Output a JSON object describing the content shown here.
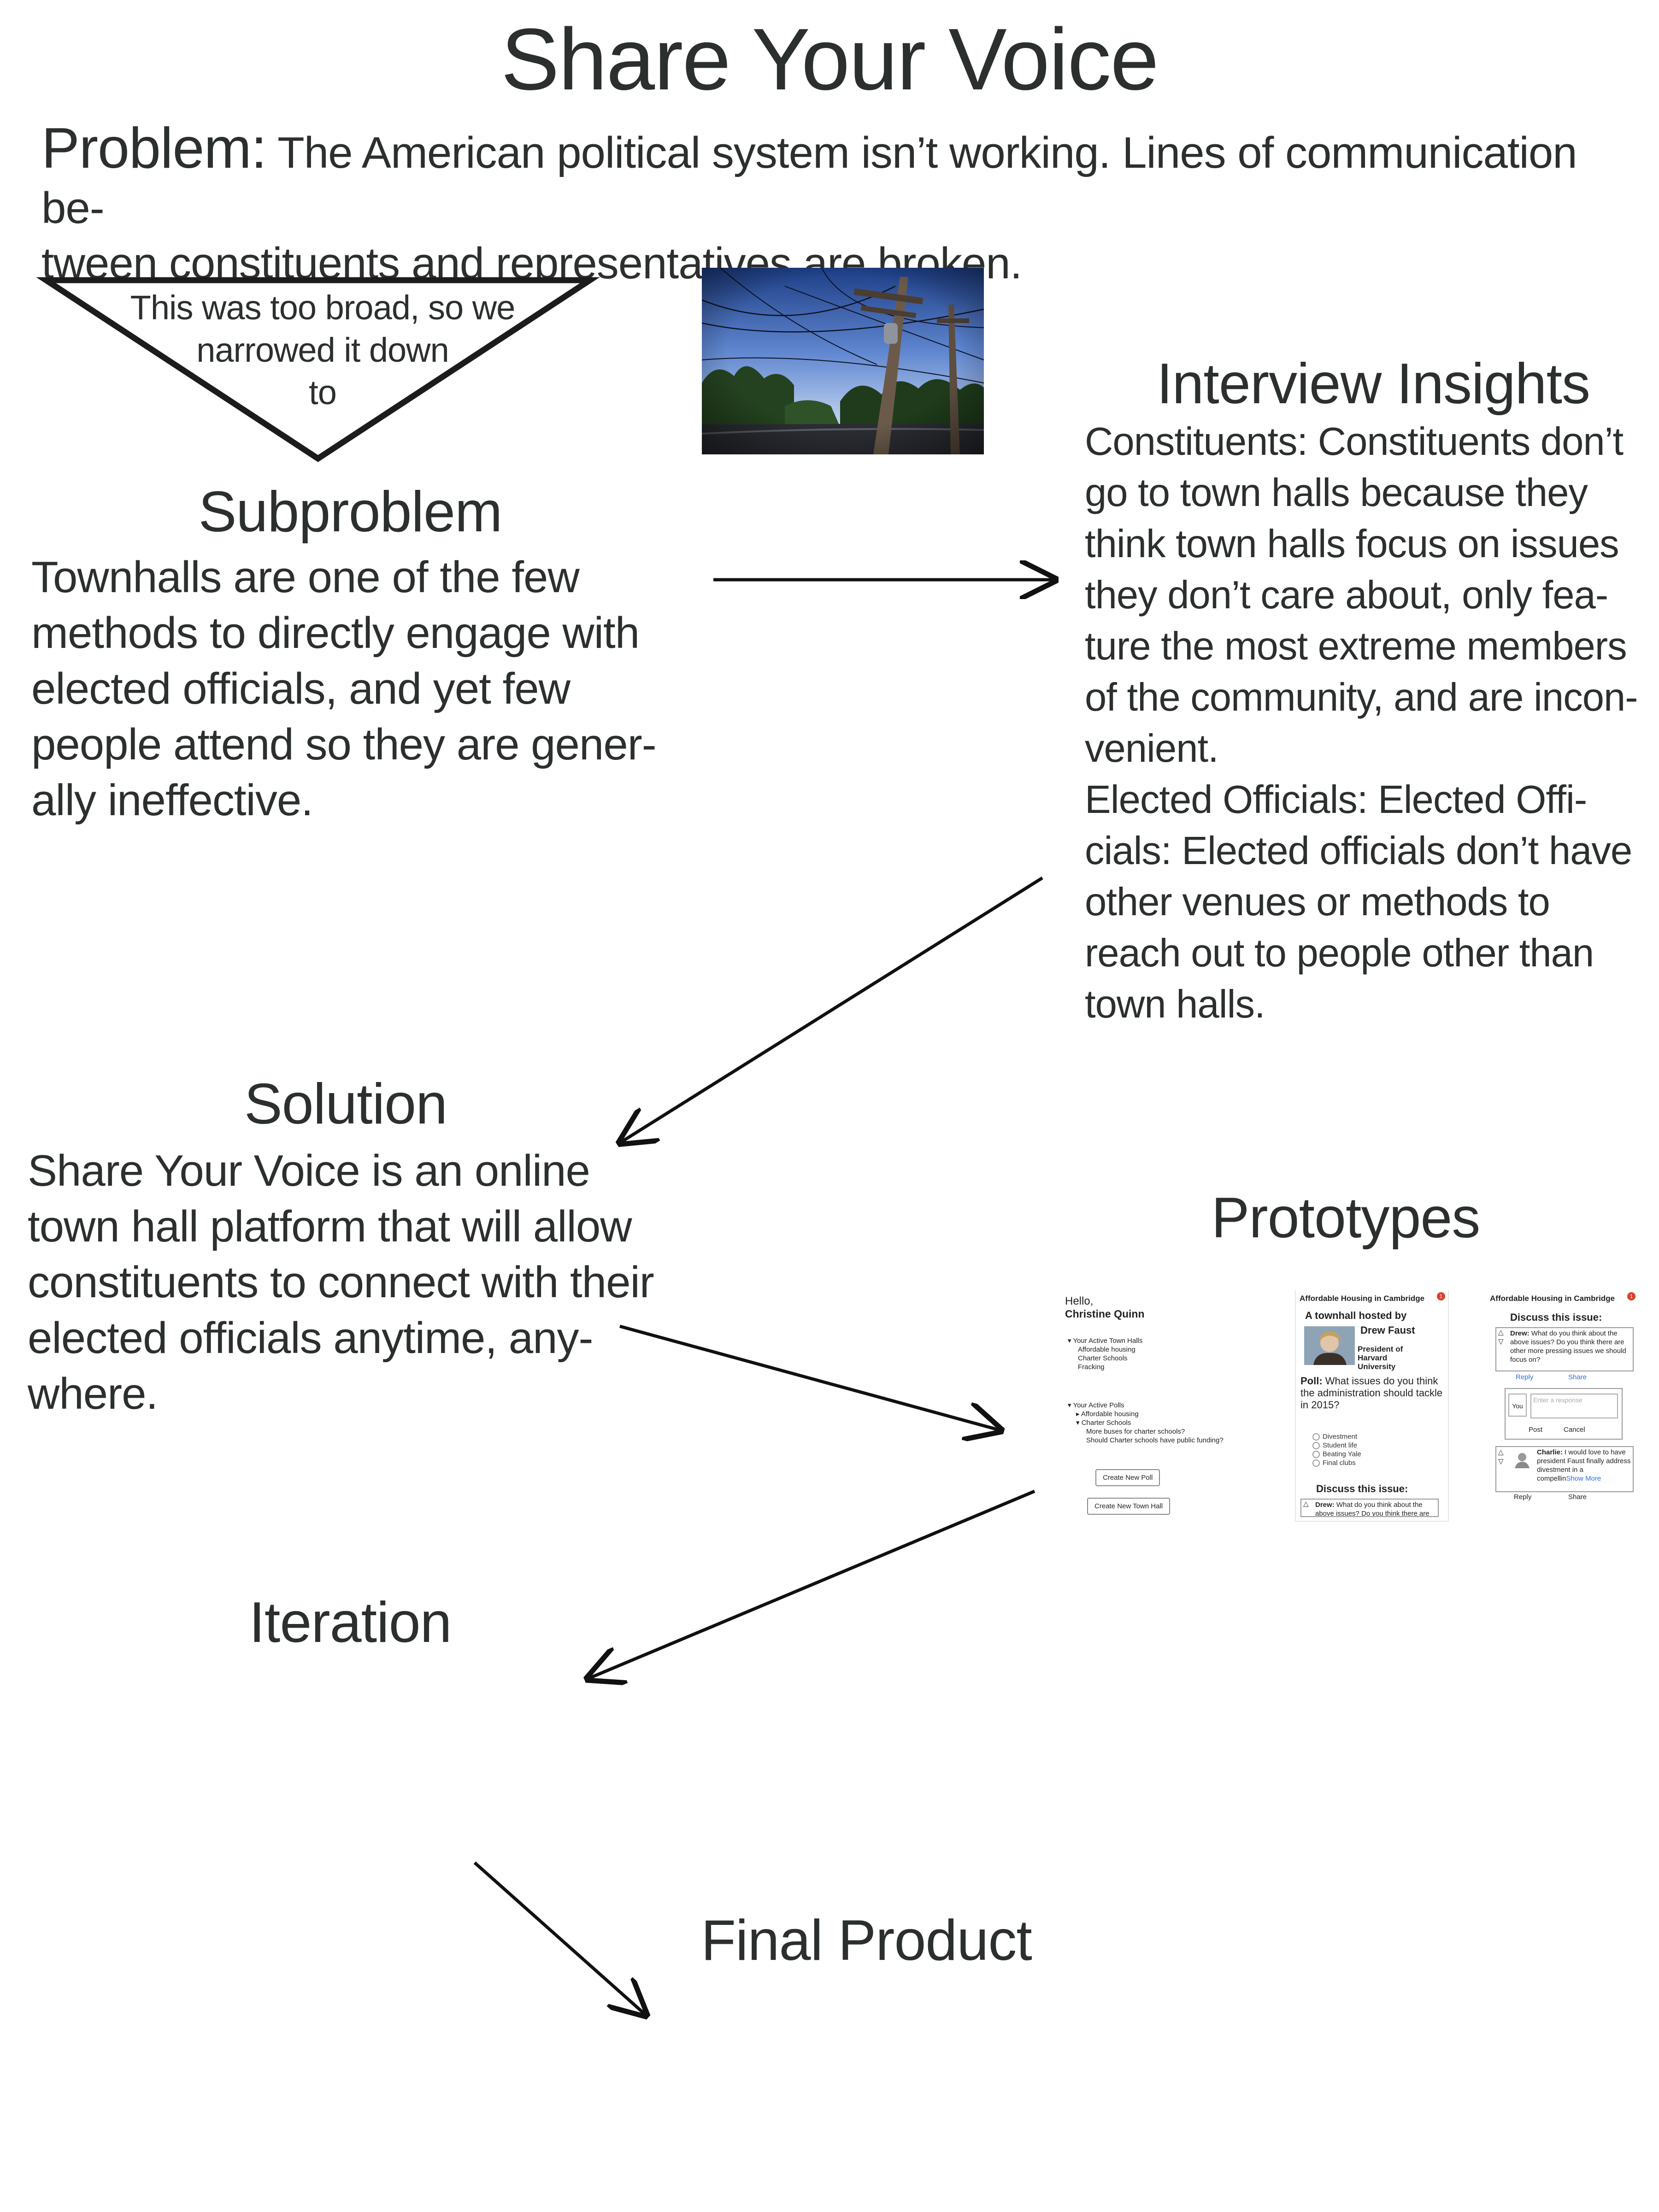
{
  "title": "Share Your Voice",
  "problem": {
    "lead": "Problem:",
    "text": " The American political system isn’t working. Lines of communication be-\ntween constituents and representatives are broken."
  },
  "triangle_note": "This was too broad, so we\nnarrowed it down\nto",
  "subproblem": {
    "heading": "Subproblem",
    "body": "Townhalls are one of the few\nmethods to directly engage with\nelected officials, and yet few\npeople attend so they are gener-\nally ineffective."
  },
  "interview": {
    "heading": "Interview Insights",
    "body": "Constituents: Constituents don’t\ngo to town halls because they\nthink town halls focus on issues\nthey don’t care about, only fea-\nture the most extreme members\nof the community, and are incon-\nvenient.\nElected Officials: Elected Offi-\ncials: Elected officials don’t have\nother venues or methods to\nreach out to people other than\ntown halls."
  },
  "solution": {
    "heading": "Solution",
    "body": "Share Your Voice is an online\ntown hall platform that will allow\nconstituents to connect with their\nelected officials anytime, any-\nwhere."
  },
  "prototypes": {
    "heading": "Prototypes",
    "screen1": {
      "hello": "Hello,",
      "name": "Christine Quinn",
      "town_halls_label": "Your Active Town Halls",
      "town_halls": [
        "Affordable housing",
        "Charter Schools",
        "Fracking"
      ],
      "polls_label": "Your Active Polls",
      "polls": [
        "Affordable housing",
        "Charter Schools"
      ],
      "poll_questions": [
        "More buses for charter schools?",
        "Should Charter schools have public funding?"
      ],
      "create_poll": "Create New Poll",
      "create_town_hall": "Create New Town Hall"
    },
    "screen2": {
      "header": "Affordable Housing in Cambridge",
      "badge": "1",
      "hosted_by": "A townhall hosted by",
      "host_name": "Drew Faust",
      "host_title": "President of\nHarvard\nUniversity",
      "poll_label": "Poll:",
      "poll_question": " What issues do you think the administration should tackle in 2015?",
      "options": [
        "Divestment",
        "Student life",
        "Beating Yale",
        "Final clubs"
      ],
      "discuss": "Discuss this issue:",
      "comment_author": "Drew:",
      "comment_text": " What do you think about the above issues? Do you think there are"
    },
    "screen3": {
      "header": "Affordable Housing in Cambridge",
      "badge": "1",
      "discuss": "Discuss this issue:",
      "comment1_author": "Drew:",
      "comment1_text": " What do you think about the above issues? Do you think there are other more pressing issues we should focus on?",
      "reply": "Reply",
      "share": "Share",
      "you": "You",
      "placeholder": "Enter a response",
      "post": "Post",
      "cancel": "Cancel",
      "comment2_author": "Charlie:",
      "comment2_text": " I would love to have president Faust finally address divestment in a compellin",
      "show_more": "Show More",
      "reply2": "Reply",
      "share2": "Share"
    }
  },
  "iteration": {
    "heading": "Iteration"
  },
  "final_product": {
    "heading": "Final Product"
  }
}
